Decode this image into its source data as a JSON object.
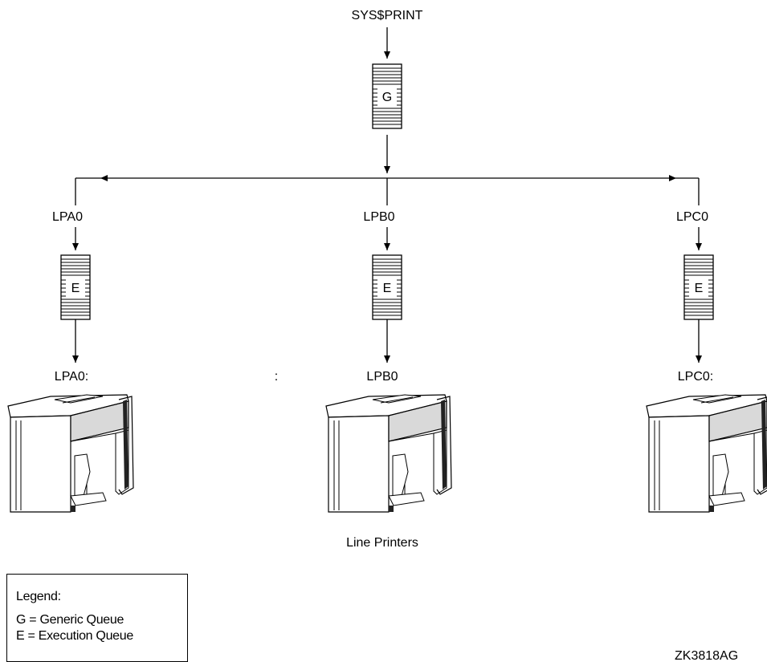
{
  "source_label": "SYS$PRINT",
  "generic_queue_letter": "G",
  "queues": [
    {
      "name": "LPA0",
      "letter": "E",
      "device": "LPA0:"
    },
    {
      "name": "LPB0",
      "letter": "E",
      "device": "LPB0"
    },
    {
      "name": "LPC0",
      "letter": "E",
      "device": "LPC0:"
    }
  ],
  "stray_colon": ":",
  "printers_caption": "Line Printers",
  "legend": {
    "title": "Legend:",
    "generic": "G = Generic Queue",
    "execution": "E = Execution Queue"
  },
  "figure_id": "ZK3818AG"
}
